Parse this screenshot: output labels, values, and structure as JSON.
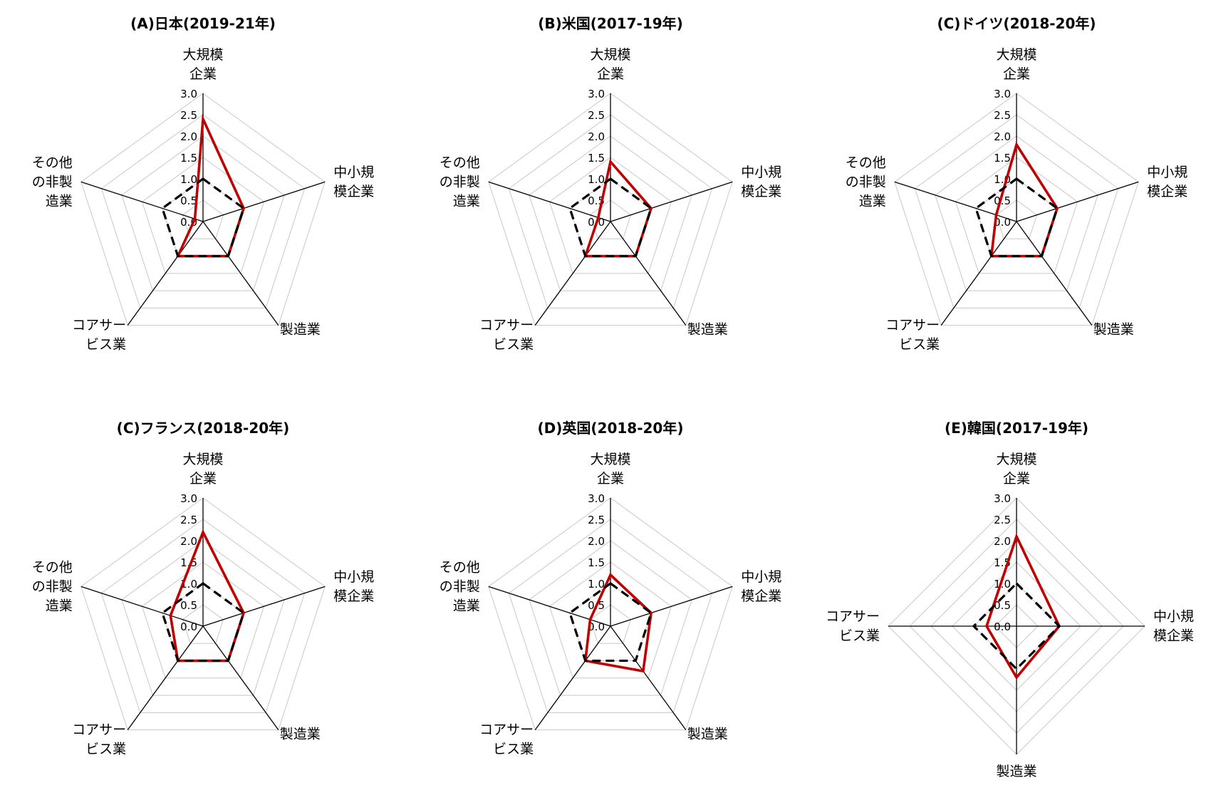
{
  "chart_data": [
    {
      "type": "radar",
      "title": "(A)日本(2019-21年)",
      "axes": [
        {
          "label": [
            "大規模",
            "企業"
          ]
        },
        {
          "label": [
            "中小規",
            "模企業"
          ]
        },
        {
          "label": [
            "製造業"
          ]
        },
        {
          "label": [
            "コアサー",
            "ビス業"
          ]
        },
        {
          "label": [
            "その他",
            "の非製",
            "造業"
          ]
        }
      ],
      "rlim": [
        0,
        3.0
      ],
      "ticks": [
        "0.0",
        "0.5",
        "1.0",
        "1.5",
        "2.0",
        "2.5",
        "3.0"
      ],
      "grid": true,
      "series": [
        {
          "style": "solid",
          "color": "#c00000",
          "values": [
            2.4,
            1.0,
            1.0,
            1.0,
            0.2
          ]
        },
        {
          "style": "dashed",
          "color": "#000000",
          "values": [
            1.0,
            1.0,
            1.0,
            1.0,
            1.0
          ]
        }
      ]
    },
    {
      "type": "radar",
      "title": "(B)米国(2017-19年)",
      "axes": [
        {
          "label": [
            "大規模",
            "企業"
          ]
        },
        {
          "label": [
            "中小規",
            "模企業"
          ]
        },
        {
          "label": [
            "製造業"
          ]
        },
        {
          "label": [
            "コアサー",
            "ビス業"
          ]
        },
        {
          "label": [
            "その他",
            "の非製",
            "造業"
          ]
        }
      ],
      "rlim": [
        0,
        3.0
      ],
      "ticks": [
        "0.0",
        "0.5",
        "1.0",
        "1.5",
        "2.0",
        "2.5",
        "3.0"
      ],
      "grid": true,
      "series": [
        {
          "style": "solid",
          "color": "#c00000",
          "values": [
            1.4,
            1.0,
            1.0,
            1.0,
            0.3
          ]
        },
        {
          "style": "dashed",
          "color": "#000000",
          "values": [
            1.0,
            1.0,
            1.0,
            1.0,
            1.0
          ]
        }
      ]
    },
    {
      "type": "radar",
      "title": "(C)ドイツ(2018-20年)",
      "axes": [
        {
          "label": [
            "大規模",
            "企業"
          ]
        },
        {
          "label": [
            "中小規",
            "模企業"
          ]
        },
        {
          "label": [
            "製造業"
          ]
        },
        {
          "label": [
            "コアサー",
            "ビス業"
          ]
        },
        {
          "label": [
            "その他",
            "の非製",
            "造業"
          ]
        }
      ],
      "rlim": [
        0,
        3.0
      ],
      "ticks": [
        "0.0",
        "0.5",
        "1.0",
        "1.5",
        "2.0",
        "2.5",
        "3.0"
      ],
      "grid": true,
      "series": [
        {
          "style": "solid",
          "color": "#c00000",
          "values": [
            1.8,
            1.0,
            1.0,
            1.0,
            0.5
          ]
        },
        {
          "style": "dashed",
          "color": "#000000",
          "values": [
            1.0,
            1.0,
            1.0,
            1.0,
            1.0
          ]
        }
      ]
    },
    {
      "type": "radar",
      "title": "(C)フランス(2018-20年)",
      "axes": [
        {
          "label": [
            "大規模",
            "企業"
          ]
        },
        {
          "label": [
            "中小規",
            "模企業"
          ]
        },
        {
          "label": [
            "製造業"
          ]
        },
        {
          "label": [
            "コアサー",
            "ビス業"
          ]
        },
        {
          "label": [
            "その他",
            "の非製",
            "造業"
          ]
        }
      ],
      "rlim": [
        0,
        3.0
      ],
      "ticks": [
        "0.0",
        "0.5",
        "1.0",
        "1.5",
        "2.0",
        "2.5",
        "3.0"
      ],
      "grid": true,
      "series": [
        {
          "style": "solid",
          "color": "#c00000",
          "values": [
            2.2,
            1.0,
            1.0,
            1.0,
            0.8
          ]
        },
        {
          "style": "dashed",
          "color": "#000000",
          "values": [
            1.0,
            1.0,
            1.0,
            1.0,
            1.0
          ]
        }
      ]
    },
    {
      "type": "radar",
      "title": "(D)英国(2018-20年)",
      "axes": [
        {
          "label": [
            "大規模",
            "企業"
          ]
        },
        {
          "label": [
            "中小規",
            "模企業"
          ]
        },
        {
          "label": [
            "製造業"
          ]
        },
        {
          "label": [
            "コアサー",
            "ビス業"
          ]
        },
        {
          "label": [
            "その他",
            "の非製",
            "造業"
          ]
        }
      ],
      "rlim": [
        0,
        3.0
      ],
      "ticks": [
        "0.0",
        "0.5",
        "1.0",
        "1.5",
        "2.0",
        "2.5",
        "3.0"
      ],
      "grid": true,
      "series": [
        {
          "style": "solid",
          "color": "#c00000",
          "values": [
            1.2,
            1.0,
            1.3,
            1.0,
            0.5
          ]
        },
        {
          "style": "dashed",
          "color": "#000000",
          "values": [
            1.0,
            1.0,
            1.0,
            1.0,
            1.0
          ]
        }
      ]
    },
    {
      "type": "radar",
      "title": "(E)韓国(2017-19年)",
      "axes": [
        {
          "label": [
            "大規模",
            "企業"
          ]
        },
        {
          "label": [
            "中小規",
            "模企業"
          ]
        },
        {
          "label": [
            "製造業"
          ]
        },
        {
          "label": [
            "コアサー",
            "ビス業"
          ]
        }
      ],
      "rlim": [
        0,
        3.0
      ],
      "ticks": [
        "0.0",
        "0.5",
        "1.0",
        "1.5",
        "2.0",
        "2.5",
        "3.0"
      ],
      "grid": true,
      "series": [
        {
          "style": "solid",
          "color": "#c00000",
          "values": [
            2.1,
            1.0,
            1.2,
            0.7
          ]
        },
        {
          "style": "dashed",
          "color": "#000000",
          "values": [
            1.0,
            1.0,
            1.0,
            1.0
          ]
        }
      ]
    }
  ]
}
